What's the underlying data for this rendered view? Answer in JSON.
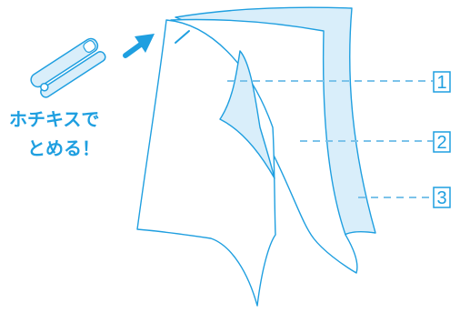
{
  "caption": {
    "line1": "ホチキスで",
    "line2": "とめる！"
  },
  "callouts": [
    {
      "number": "1"
    },
    {
      "number": "2"
    },
    {
      "number": "3"
    }
  ],
  "colors": {
    "stroke": "#1f9fe0",
    "fill": "#d9eefa",
    "accent": "#1f9fe0",
    "dash": "#7cc3ea"
  },
  "icons": {
    "stapler": "stapler-icon",
    "arrow": "arrow-icon"
  }
}
